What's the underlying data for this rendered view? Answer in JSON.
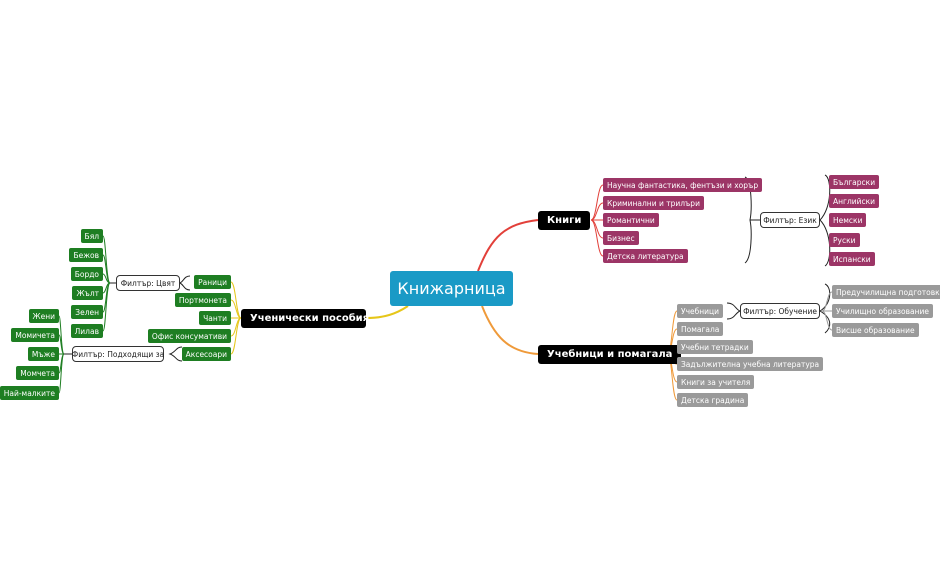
{
  "center": "Книжарница",
  "books": {
    "label": "Книги",
    "items": [
      "Научна фантастика, фентъзи и хорър",
      "Криминални и трилъри",
      "Романтични",
      "Бизнес",
      "Детска литература"
    ],
    "filter": "Филтър: Език",
    "filter_items": [
      "Български",
      "Английски",
      "Немски",
      "Руски",
      "Испански"
    ]
  },
  "textbooks": {
    "label": "Учебници и помагала",
    "items": [
      "Учебници",
      "Помагала",
      "Учебни тетрадки",
      "Задължителна учебна литература",
      "Книги за учителя",
      "Детска градина"
    ],
    "filter": "Филтър: Обучение",
    "filter_items": [
      "Предучилищна подготовка",
      "Училищно образование",
      "Висше образование"
    ]
  },
  "school": {
    "label": "Ученически пособия",
    "items": [
      "Раници",
      "Портмонета",
      "Чанти",
      "Офис консумативи",
      "Аксесоари"
    ],
    "color_filter": "Филтър: Цвят",
    "colors": [
      "Бял",
      "Бежов",
      "Бордо",
      "Жълт",
      "Зелен",
      "Лилав"
    ],
    "for_filter": "Филтър: Подходящи за",
    "for_items": [
      "Жени",
      "Момичета",
      "Мъже",
      "Момчета",
      "Най-малките"
    ]
  },
  "colors": {
    "center": "#1a9ac6",
    "books_branch": "#e2403a",
    "textbooks_branch": "#ef9a3a",
    "school_branch": "#e6c619",
    "purple": "#9c3566",
    "gray": "#9a9a9a",
    "green": "#1e7e22"
  }
}
